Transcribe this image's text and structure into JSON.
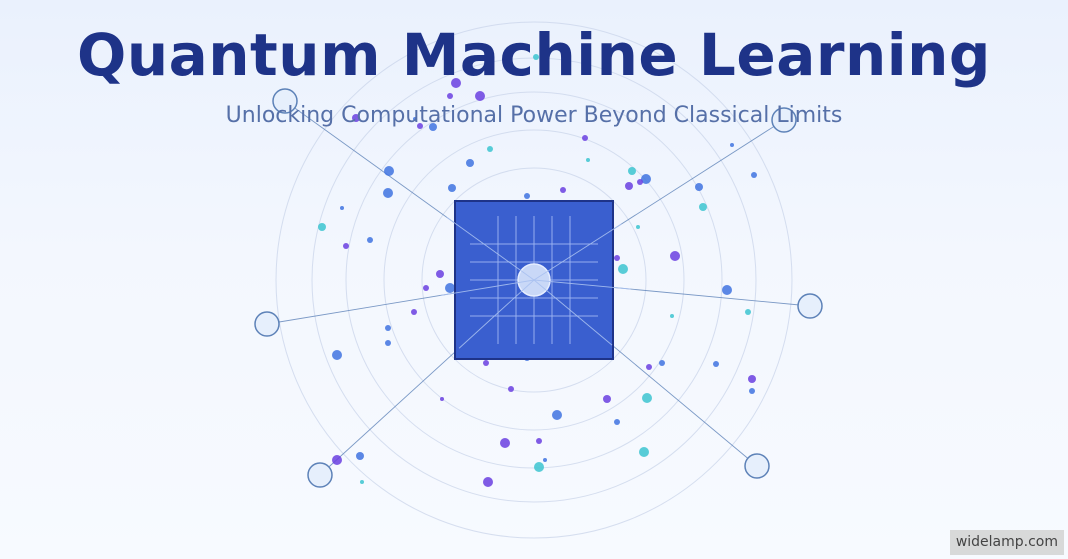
{
  "header": {
    "title": "Quantum Machine Learning",
    "subtitle": "Unlocking Computational Power Beyond Classical Limits"
  },
  "watermark": {
    "text": "widelamp.com"
  },
  "colors": {
    "title": "#1e3388",
    "subtitle": "#5670a8",
    "chip_fill": "#3a5fcf",
    "chip_border": "#1e3388",
    "particle_purple": "#6a3fe0",
    "particle_blue": "#3f73e0",
    "particle_cyan": "#3cc4d0",
    "orbit": "#c9d4ea",
    "connector": "#5d82b8"
  },
  "icons": {
    "center": "quantum-chip-icon",
    "node": "qubit-node-icon"
  }
}
